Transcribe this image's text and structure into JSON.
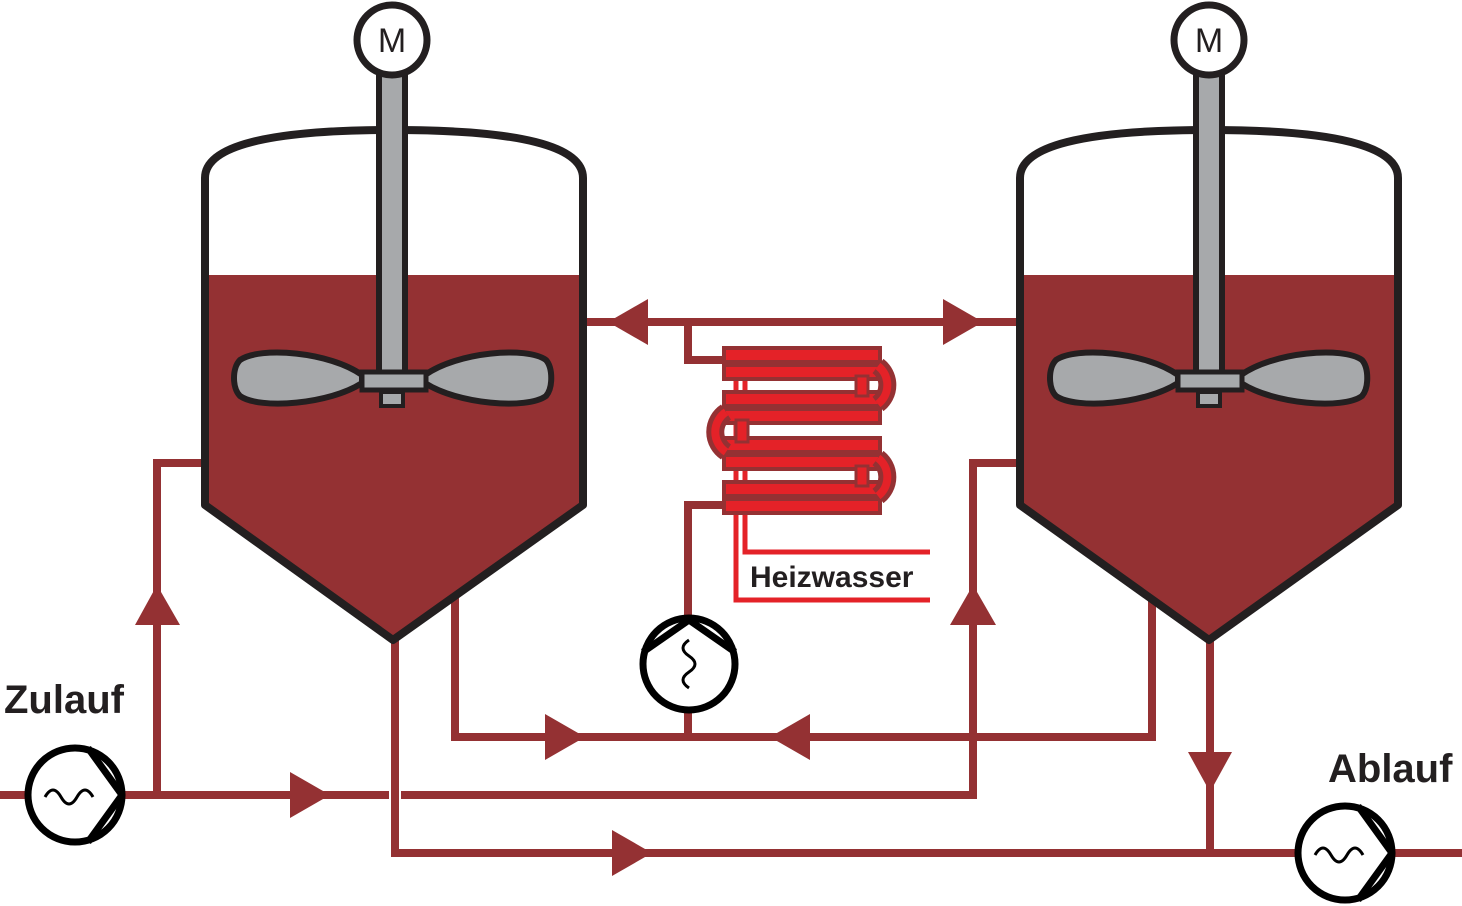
{
  "labels": {
    "inlet": "Zulauf",
    "outlet": "Ablauf",
    "heating_water": "Heizwasser",
    "motor_left": "M",
    "motor_right": "M"
  },
  "colors": {
    "pipe": "#943133",
    "liquid": "#943133",
    "outline": "#231f20",
    "shaft": "#a7a9ab",
    "heater": "#e42228"
  },
  "icons": {
    "pump": "pump-icon",
    "motor": "motor-icon",
    "heat_exchanger": "heat-exchanger-icon",
    "arrow": "flow-arrow-icon"
  }
}
